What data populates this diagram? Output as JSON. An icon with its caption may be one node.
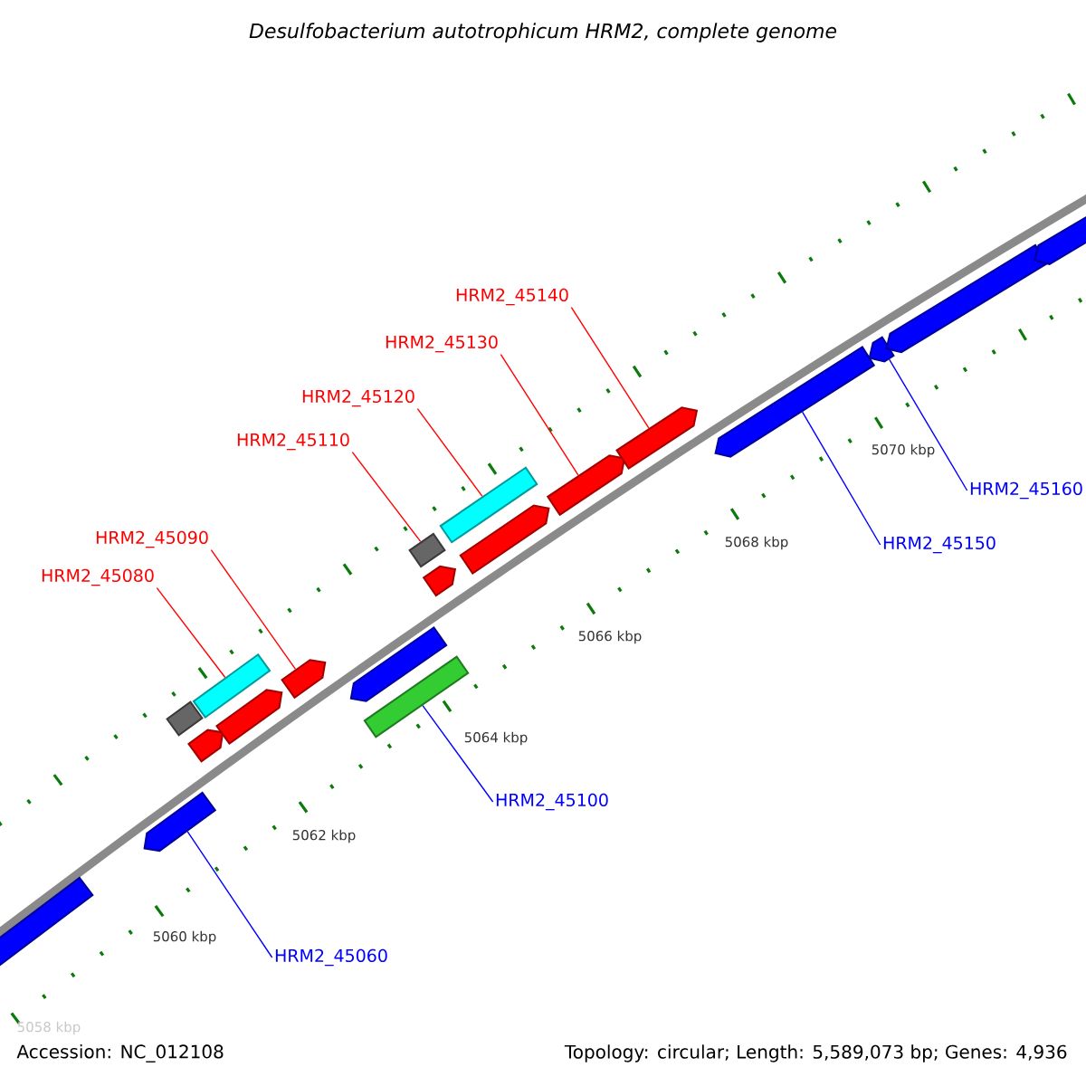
{
  "diagram": {
    "title": "Desulfobacterium autotrophicum HRM2, complete genome",
    "nodes": [
      {
        "text": [
          "HRM2_45080"
        ]
      },
      {
        "text": [
          "HRM2_45090"
        ]
      },
      {
        "text": [
          "HRM2_45110"
        ]
      },
      {
        "text": [
          "HRM2_45120"
        ]
      },
      {
        "text": [
          "HRM2_45130"
        ]
      },
      {
        "text": [
          "HRM2_45140"
        ]
      },
      {
        "text": [
          "HRM2_45060"
        ]
      },
      {
        "text": [
          "HRM2_45100"
        ]
      },
      {
        "text": [
          "HRM2_45150"
        ]
      },
      {
        "text": [
          "HRM2_45160"
        ]
      },
      {
        "text": [],
        "shape": "bar"
      },
      {
        "text": [],
        "shape": "bar"
      },
      {
        "text": [],
        "shape": "box"
      },
      {
        "text": [],
        "shape": "bar"
      },
      {
        "text": [],
        "shape": "box"
      },
      {
        "text": [],
        "shape": "bar"
      },
      {
        "text": [],
        "shape": "bar"
      },
      {
        "text": [],
        "shape": "bar"
      },
      {
        "text": [],
        "shape": "box"
      },
      {
        "text": [],
        "shape": "box"
      },
      {
        "text": [],
        "shape": "bar"
      },
      {
        "text": [],
        "shape": "box"
      },
      {
        "text": [],
        "shape": "bar"
      },
      {
        "text": [],
        "shape": "bar"
      },
      {
        "text": [],
        "shape": "bar"
      },
      {
        "text": [],
        "shape": "bar"
      },
      {
        "text": [],
        "shape": "bar"
      },
      {
        "text": [],
        "shape": "bar"
      },
      {
        "text": [],
        "shape": "bar"
      }
    ],
    "edges": [
      {
        "from": 0,
        "to": 14,
        "arrow": "none"
      },
      {
        "from": 1,
        "to": 16,
        "arrow": "none"
      },
      {
        "from": 2,
        "to": 19,
        "arrow": "none"
      },
      {
        "from": 3,
        "to": 21,
        "arrow": "none"
      },
      {
        "from": 4,
        "to": 23,
        "arrow": "none"
      },
      {
        "from": 5,
        "to": 24,
        "arrow": "none"
      },
      {
        "from": 6,
        "to": 11,
        "arrow": "none",
        "color": "#0000ff"
      },
      {
        "from": 7,
        "to": 18,
        "arrow": "none",
        "color": "#0000ff"
      },
      {
        "from": 8,
        "to": 25,
        "arrow": "none",
        "color": "#0000ff"
      },
      {
        "from": 9,
        "to": 26,
        "arrow": "none",
        "color": "#0000ff"
      }
    ],
    "labels": [
      "5058 kbp",
      "5060 kbp",
      "5062 kbp",
      "5064 kbp",
      "5066 kbp",
      "5068 kbp",
      "5070 kbp",
      "Accession: NC_012108",
      "Topology: circular; Length: 5,589,073 bp; Genes: 4,936"
    ]
  }
}
